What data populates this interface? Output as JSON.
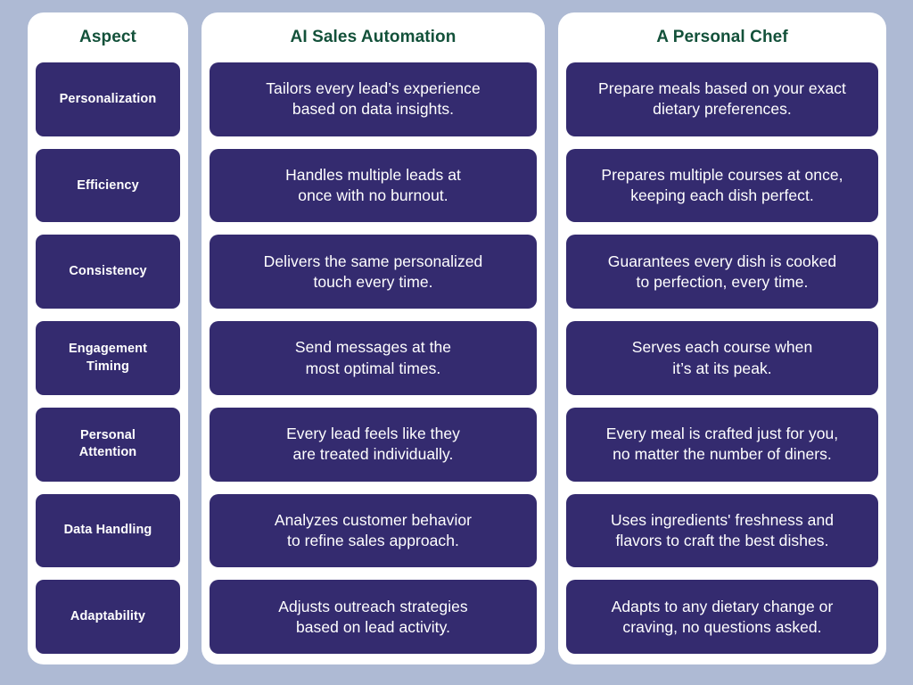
{
  "theme": {
    "background": "#aebad4",
    "card_background": "#ffffff",
    "cell_background": "#342b6f",
    "header_text": "#13513a",
    "cell_text": "#ffffff"
  },
  "columns": [
    {
      "key": "aspect",
      "header": "Aspect",
      "cells": [
        "Personalization",
        "Efficiency",
        "Consistency",
        "Engagement\nTiming",
        "Personal\nAttention",
        "Data Handling",
        "Adaptability"
      ]
    },
    {
      "key": "ai_sales_automation",
      "header": "AI Sales Automation",
      "cells": [
        "Tailors every lead’s experience\nbased on data insights.",
        "Handles multiple leads at\nonce with no burnout.",
        "Delivers the same personalized\ntouch every time.",
        "Send messages at the\nmost optimal times.",
        "Every lead feels like they\nare treated individually.",
        "Analyzes customer behavior\nto refine sales approach.",
        "Adjusts outreach strategies\nbased on lead activity."
      ]
    },
    {
      "key": "personal_chef",
      "header": "A Personal Chef",
      "cells": [
        "Prepare meals based on your exact\ndietary preferences.",
        "Prepares multiple courses at once,\nkeeping each dish perfect.",
        "Guarantees every dish is cooked\nto perfection, every time.",
        "Serves each course when\nit’s at its peak.",
        "Every meal is crafted just for you,\nno matter the number of diners.",
        "Uses ingredients' freshness and\nflavors to craft the best dishes.",
        "Adapts to any dietary change or\ncraving, no questions asked."
      ]
    }
  ]
}
